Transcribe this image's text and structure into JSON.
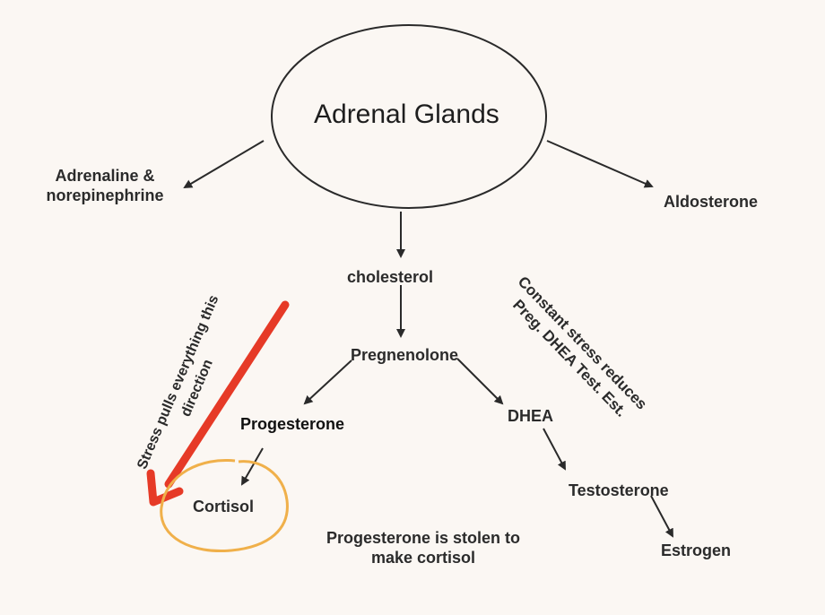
{
  "nodes": {
    "adrenal": "Adrenal Glands",
    "adrenaline_line1": "Adrenaline &",
    "adrenaline_line2": "norepinephrine",
    "aldosterone": "Aldosterone",
    "cholesterol": "cholesterol",
    "pregnenolone": "Pregnenolone",
    "progesterone": "Progesterone",
    "dhea": "DHEA",
    "cortisol": "Cortisol",
    "testosterone": "Testosterone",
    "estrogen": "Estrogen"
  },
  "notes": {
    "stress_line1": "Stress pulls everything this",
    "stress_line2": "direction",
    "constant_line1": "Constant stress reduces",
    "constant_line2": "Preg. DHEA Test. Est.",
    "stolen_line1": "Progesterone is stolen to",
    "stolen_line2": "make cortisol"
  },
  "colors": {
    "arrow": "#2a2a2a",
    "stress_arrow": "#e63a27",
    "highlight_circle": "#f0b04a"
  }
}
